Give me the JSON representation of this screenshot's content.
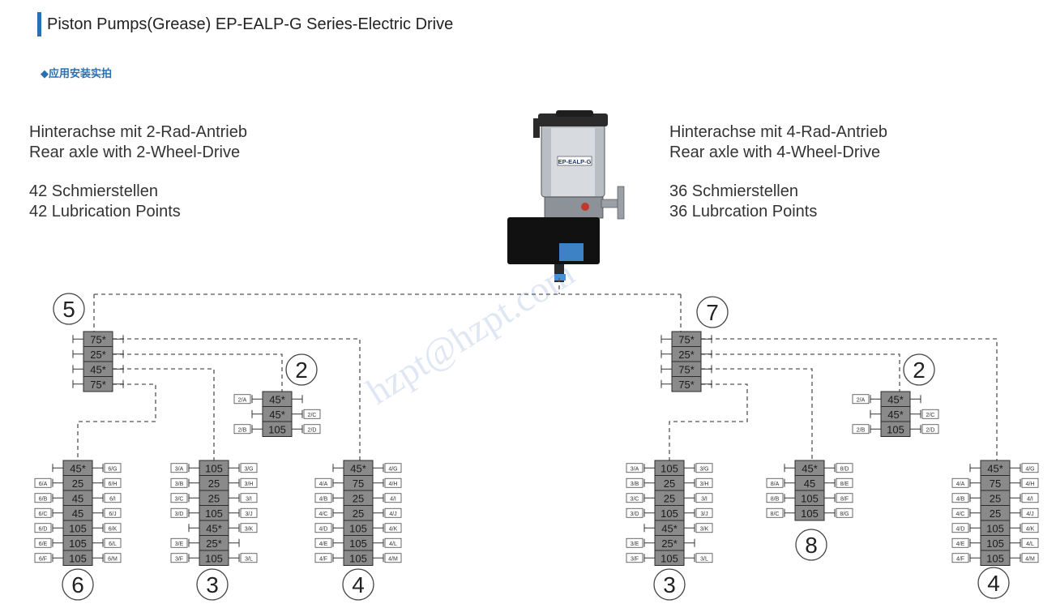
{
  "header": {
    "title": "Piston Pumps(Grease) EP-EALP-G Series-Electric Drive",
    "section": "◆应用安装实拍"
  },
  "left_caption": {
    "line1_de": "Hinterachse mit 2-Rad-Antrieb",
    "line2_en": "Rear axle with 2-Wheel-Drive",
    "line3_de": "42 Schmierstellen",
    "line4_en": "42 Lubrication Points"
  },
  "right_caption": {
    "line1_de": "Hinterachse mit 4-Rad-Antrieb",
    "line2_en": "Rear axle with 4-Wheel-Drive",
    "line3_de": "36 Schmierstellen",
    "line4_en": "36 Lubrcation Points"
  },
  "pump": {
    "model_label": "EP-EALP-G"
  },
  "watermark": "hzpt@hzpt.com",
  "colors": {
    "accent": "#2a6fb0",
    "block": "#8a8a8a",
    "line": "#555555"
  },
  "groups": [
    {
      "id": "L5",
      "number": "5",
      "rows": [
        {
          "v": "75*",
          "L": "",
          "R": ""
        },
        {
          "v": "25*",
          "L": "",
          "R": ""
        },
        {
          "v": "45*",
          "L": "",
          "R": ""
        },
        {
          "v": "75*",
          "L": "",
          "R": ""
        }
      ]
    },
    {
      "id": "L2",
      "number": "2",
      "rows": [
        {
          "v": "45*",
          "L": "2/A",
          "R": ""
        },
        {
          "v": "45*",
          "L": "",
          "R": "2/C"
        },
        {
          "v": "105",
          "L": "2/B",
          "R": "2/D"
        }
      ]
    },
    {
      "id": "L6",
      "number": "6",
      "rows": [
        {
          "v": "45*",
          "L": "",
          "R": "6/G"
        },
        {
          "v": "25",
          "L": "6/A",
          "R": "6/H"
        },
        {
          "v": "45",
          "L": "6/B",
          "R": "6/I"
        },
        {
          "v": "45",
          "L": "6/C",
          "R": "6/J"
        },
        {
          "v": "105",
          "L": "6/D",
          "R": "6/K"
        },
        {
          "v": "105",
          "L": "6/E",
          "R": "6/L"
        },
        {
          "v": "105",
          "L": "6/F",
          "R": "6/M"
        }
      ]
    },
    {
      "id": "L3",
      "number": "3",
      "rows": [
        {
          "v": "105",
          "L": "3/A",
          "R": "3/G"
        },
        {
          "v": "25",
          "L": "3/B",
          "R": "3/H"
        },
        {
          "v": "25",
          "L": "3/C",
          "R": "3/I"
        },
        {
          "v": "105",
          "L": "3/D",
          "R": "3/J"
        },
        {
          "v": "45*",
          "L": "",
          "R": "3/K"
        },
        {
          "v": "25*",
          "L": "3/E",
          "R": ""
        },
        {
          "v": "105",
          "L": "3/F",
          "R": "3/L"
        }
      ]
    },
    {
      "id": "L4",
      "number": "4",
      "rows": [
        {
          "v": "45*",
          "L": "",
          "R": "4/G"
        },
        {
          "v": "75",
          "L": "4/A",
          "R": "4/H"
        },
        {
          "v": "25",
          "L": "4/B",
          "R": "4/I"
        },
        {
          "v": "25",
          "L": "4/C",
          "R": "4/J"
        },
        {
          "v": "105",
          "L": "4/D",
          "R": "4/K"
        },
        {
          "v": "105",
          "L": "4/E",
          "R": "4/L"
        },
        {
          "v": "105",
          "L": "4/F",
          "R": "4/M"
        }
      ]
    },
    {
      "id": "R7",
      "number": "7",
      "rows": [
        {
          "v": "75*",
          "L": "",
          "R": ""
        },
        {
          "v": "25*",
          "L": "",
          "R": ""
        },
        {
          "v": "75*",
          "L": "",
          "R": ""
        },
        {
          "v": "75*",
          "L": "",
          "R": ""
        }
      ]
    },
    {
      "id": "R2",
      "number": "2",
      "rows": [
        {
          "v": "45*",
          "L": "2/A",
          "R": ""
        },
        {
          "v": "45*",
          "L": "",
          "R": "2/C"
        },
        {
          "v": "105",
          "L": "2/B",
          "R": "2/D"
        }
      ]
    },
    {
      "id": "R3",
      "number": "3",
      "rows": [
        {
          "v": "105",
          "L": "3/A",
          "R": "3/G"
        },
        {
          "v": "25",
          "L": "3/B",
          "R": "3/H"
        },
        {
          "v": "25",
          "L": "3/C",
          "R": "3/I"
        },
        {
          "v": "105",
          "L": "3/D",
          "R": "3/J"
        },
        {
          "v": "45*",
          "L": "",
          "R": "3/K"
        },
        {
          "v": "25*",
          "L": "3/E",
          "R": ""
        },
        {
          "v": "105",
          "L": "3/F",
          "R": "3/L"
        }
      ]
    },
    {
      "id": "R8",
      "number": "8",
      "rows": [
        {
          "v": "45*",
          "L": "",
          "R": "8/D"
        },
        {
          "v": "45",
          "L": "8/A",
          "R": "8/E"
        },
        {
          "v": "105",
          "L": "8/B",
          "R": "8/F"
        },
        {
          "v": "105",
          "L": "8/C",
          "R": "8/G"
        }
      ]
    },
    {
      "id": "R4",
      "number": "4",
      "rows": [
        {
          "v": "45*",
          "L": "",
          "R": "4/G"
        },
        {
          "v": "75",
          "L": "4/A",
          "R": "4/H"
        },
        {
          "v": "25",
          "L": "4/B",
          "R": "4/I"
        },
        {
          "v": "25",
          "L": "4/C",
          "R": "4/J"
        },
        {
          "v": "105",
          "L": "4/D",
          "R": "4/K"
        },
        {
          "v": "105",
          "L": "4/E",
          "R": "4/L"
        },
        {
          "v": "105",
          "L": "4/F",
          "R": "4/M"
        }
      ]
    }
  ]
}
